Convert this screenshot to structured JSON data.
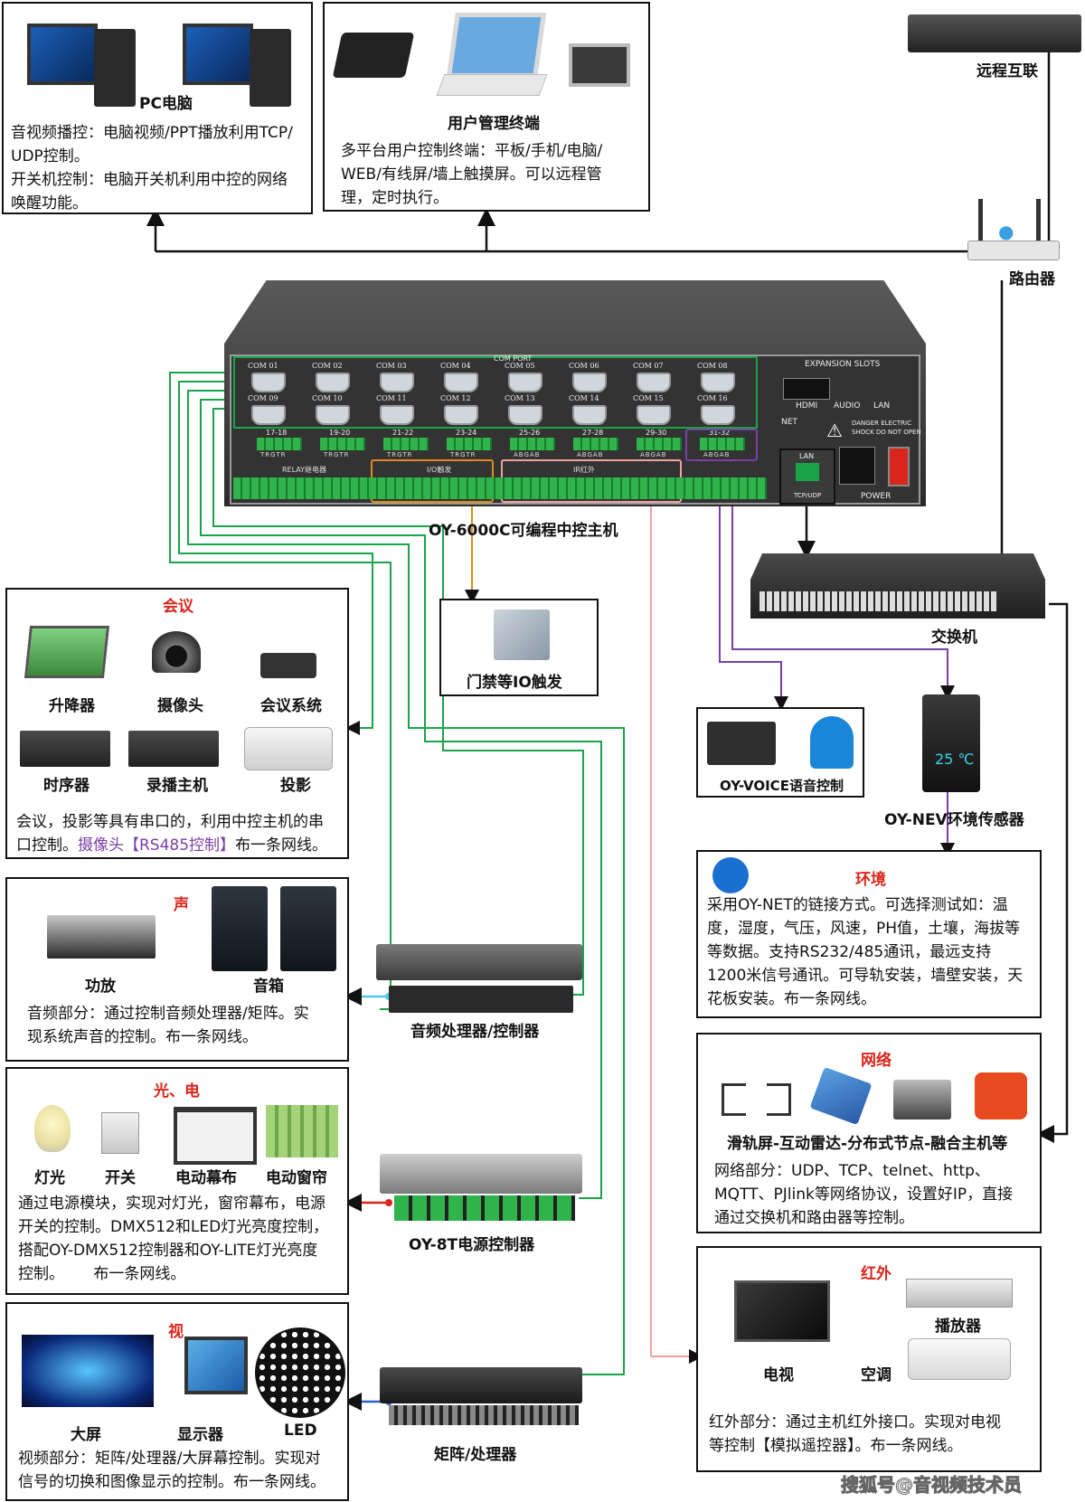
{
  "pc": {
    "title": "PC电脑",
    "lines": [
      "音视频播控：电脑视频/PPT播放利用TCP/",
      "UDP控制。",
      "开关机控制：电脑开关机利用中控的网络",
      "唤醒功能。"
    ]
  },
  "user_terminal": {
    "title": "用户管理终端",
    "lines": [
      "多平台用户控制终端：平板/手机/电脑/",
      "WEB/有线屏/墙上触摸屏。可以远程管",
      "理，定时执行。"
    ]
  },
  "remote": {
    "label": "远程互联"
  },
  "router": {
    "label": "路由器"
  },
  "host": {
    "label": "OY-6000C可编程中控主机",
    "com_ports": [
      "COM 01",
      "COM 02",
      "COM 03",
      "COM 04",
      "COM 05",
      "COM 06",
      "COM 07",
      "COM 08",
      "COM 09",
      "COM 10",
      "COM 11",
      "COM 12",
      "COM 13",
      "COM 14",
      "COM 15",
      "COM 16"
    ],
    "terminal_groups": [
      "17-18",
      "19-20",
      "21-22",
      "23-24",
      "25-26",
      "27-28",
      "29-30",
      "31-32"
    ],
    "sub_labels": [
      "TRGTR",
      "TRGTR",
      "TRGTR",
      "TRGTR",
      "ABGAB",
      "ABGAB",
      "ABGAB",
      "ABGAB"
    ],
    "expansion": "EXPANSION SLOTS",
    "hdmi": "HDMI",
    "audio": "AUDIO",
    "lan": "LAN",
    "net": "NET",
    "danger": "DANGER ELECTRIC",
    "danger2": "SHOCK DO NOT OPEN",
    "lan2": "LAN",
    "tcpudp": "TCP/UDP",
    "power": "POWER",
    "com_port_hdr": "COM PORT",
    "relay": "RELAY继电器",
    "io": "I/O触发",
    "ir": "IR红外"
  },
  "switch": {
    "label": "交换机"
  },
  "door": {
    "label": "门禁等IO触发"
  },
  "voice": {
    "label": "OY-VOICE语音控制"
  },
  "sensor": {
    "label": "OY-NEV环境传感器",
    "temp": "25 ℃"
  },
  "meeting": {
    "title": "会议",
    "items": [
      "升降器",
      "摄像头",
      "会议系统",
      "时序器",
      "录播主机",
      "投影"
    ],
    "text1": "会议，投影等具有串口的，利用中控主机的串",
    "text2a": "口控制。",
    "text2b": "摄像头【RS485控制】",
    "text2c": "布一条网线。"
  },
  "sound": {
    "title": "声",
    "items": [
      "功放",
      "音箱"
    ],
    "lines": [
      "音频部分：通过控制音频处理器/矩阵。实",
      "现系统声音的控制。布一条网线。"
    ]
  },
  "audio_proc": {
    "label": "音频处理器/控制器"
  },
  "light": {
    "title": "光、电",
    "items": [
      "灯光",
      "开关",
      "电动幕布",
      "电动窗帘"
    ],
    "lines": [
      "通过电源模块，实现对灯光，窗帘幕布，电源",
      "开关的控制。DMX512和LED灯光亮度控制，",
      "搭配OY-DMX512控制器和OY-LITE灯光亮度",
      "控制。      布一条网线。"
    ]
  },
  "power_ctrl": {
    "label": "OY-8T电源控制器"
  },
  "video": {
    "title": "视",
    "items": [
      "大屏",
      "显示器",
      "LED"
    ],
    "lines": [
      "视频部分：矩阵/处理器/大屏幕控制。实现对",
      "信号的切换和图像显示的控制。布一条网线。"
    ]
  },
  "matrix": {
    "label": "矩阵/处理器"
  },
  "env": {
    "title": "环境",
    "lines": [
      "采用OY-NET的链接方式。可选择测试如：温",
      "度，湿度，气压，风速，PH值，土壤，海拔等",
      "等数据。支持RS232/485通讯，最远支持",
      "1200米信号通讯。可导轨安装，墙壁安装，天",
      "花板安装。布一条网线。"
    ]
  },
  "network": {
    "title": "网络",
    "subtitle": "滑轨屏-互动雷达-分布式节点-融合主机等",
    "lines": [
      "网络部分：UDP、TCP、telnet、http、",
      "MQTT、PJlink等网络协议，设置好IP，直接",
      "通过交换机和路由器等控制。"
    ]
  },
  "ir": {
    "title": "红外",
    "items": [
      "播放器",
      "电视",
      "空调"
    ],
    "lines": [
      "红外部分：通过主机红外接口。实现对电视",
      "等控制【模拟遥控器】。布一条网线。"
    ]
  },
  "watermark": "搜狐号@音视频技术员"
}
